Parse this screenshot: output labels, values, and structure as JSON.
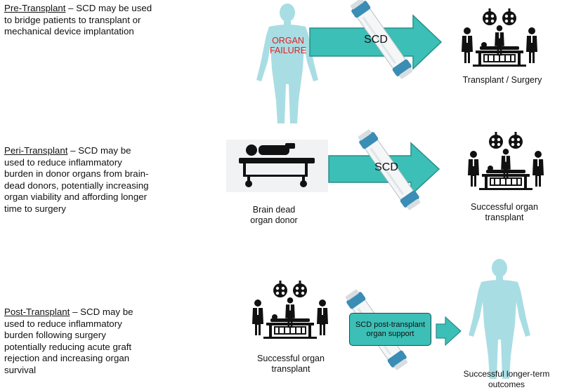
{
  "colors": {
    "teal": "#3bbfb6",
    "teal_dark": "#2a8e89",
    "body": "#a9dde4",
    "icon": "#111111",
    "red_text": "#e02020"
  },
  "rows": [
    {
      "term": "Pre-Transplant",
      "text": " – SCD may be used to bridge patients to transplant or mechanical device implantation",
      "body_overlay": [
        "ORGAN",
        "FAILURE"
      ],
      "arrow_label": "SCD",
      "result_label": "Transplant / Surgery"
    },
    {
      "term": "Peri-Transplant",
      "text": " – SCD may be used to reduce inflammatory burden in donor organs from brain-dead donors, potentially increasing organ viability and affording longer time to surgery",
      "source_label": [
        "Brain dead",
        "organ donor"
      ],
      "arrow_label": "SCD",
      "result_label": [
        "Successful organ",
        "transplant"
      ]
    },
    {
      "term": "Post-Transplant",
      "text": " – SCD may be used to reduce inflammatory burden following surgery potentially reducing acute graft rejection and increasing organ survival",
      "source_label": [
        "Successful organ",
        "transplant"
      ],
      "box_label": "SCD post-transplant organ support",
      "result_label": [
        "Successful longer-term",
        "outcomes"
      ]
    }
  ]
}
